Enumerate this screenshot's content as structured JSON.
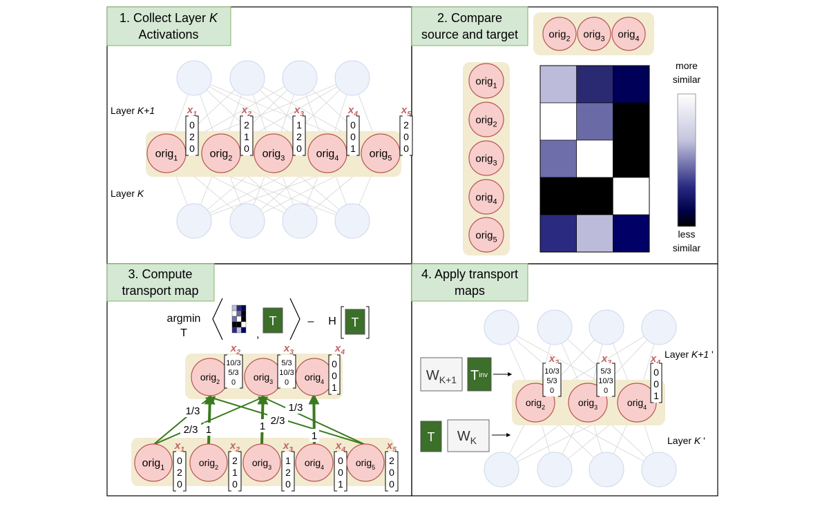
{
  "panel1": {
    "title_line1": "1. Collect Layer ",
    "title_k": "K",
    "title_line2": "Activations",
    "layer_top_label": "Layer ",
    "layer_top_k": "K+1",
    "layer_bottom_label": "Layer ",
    "layer_bottom_k": "K",
    "nodes": [
      {
        "name": "orig",
        "sub": "1",
        "xlabel": "x",
        "xsub": "1",
        "vector": [
          "0",
          "2",
          "0"
        ]
      },
      {
        "name": "orig",
        "sub": "2",
        "xlabel": "x",
        "xsub": "2",
        "vector": [
          "2",
          "1",
          "0"
        ]
      },
      {
        "name": "orig",
        "sub": "3",
        "xlabel": "x",
        "xsub": "3",
        "vector": [
          "1",
          "2",
          "0"
        ]
      },
      {
        "name": "orig",
        "sub": "4",
        "xlabel": "x",
        "xsub": "4",
        "vector": [
          "0",
          "0",
          "1"
        ]
      },
      {
        "name": "orig",
        "sub": "5",
        "xlabel": "x",
        "xsub": "5",
        "vector": [
          "2",
          "0",
          "0"
        ]
      }
    ]
  },
  "panel2": {
    "title_line1": "2. Compare",
    "title_line2": "source and target",
    "target_nodes": [
      {
        "name": "orig",
        "sub": "2"
      },
      {
        "name": "orig",
        "sub": "3"
      },
      {
        "name": "orig",
        "sub": "4"
      }
    ],
    "source_nodes": [
      {
        "name": "orig",
        "sub": "1"
      },
      {
        "name": "orig",
        "sub": "2"
      },
      {
        "name": "orig",
        "sub": "3"
      },
      {
        "name": "orig",
        "sub": "4"
      },
      {
        "name": "orig",
        "sub": "5"
      }
    ],
    "colorbar_top_line1": "more",
    "colorbar_top_line2": "similar",
    "colorbar_bottom_line1": "less",
    "colorbar_bottom_line2": "similar",
    "heatmap_colors": [
      [
        "#bcbcda",
        "#2a2a72",
        "#000058"
      ],
      [
        "#ffffff",
        "#6a6aa6",
        "#000000"
      ],
      [
        "#6e6eaa",
        "#ffffff",
        "#000000"
      ],
      [
        "#000000",
        "#000000",
        "#ffffff"
      ],
      [
        "#2a2a80",
        "#bcbcda",
        "#000066"
      ]
    ]
  },
  "panel3": {
    "title_line1": "3. Compute",
    "title_line2": "transport map",
    "argmin": "argmin",
    "argmin_var": "T",
    "comma": ",",
    "t_symbol": "T",
    "minus": "–",
    "h_symbol": "H",
    "target_nodes": [
      {
        "name": "orig",
        "sub": "2",
        "xlabel": "x",
        "xsub": "2",
        "vector": [
          "10/3",
          "5/3",
          "0"
        ]
      },
      {
        "name": "orig",
        "sub": "3",
        "xlabel": "x",
        "xsub": "3",
        "vector": [
          "5/3",
          "10/3",
          "0"
        ]
      },
      {
        "name": "orig",
        "sub": "4",
        "xlabel": "x",
        "xsub": "4",
        "vector": [
          "0",
          "0",
          "1"
        ]
      }
    ],
    "source_nodes": [
      {
        "name": "orig",
        "sub": "1",
        "xlabel": "x",
        "xsub": "1",
        "vector": [
          "0",
          "2",
          "0"
        ]
      },
      {
        "name": "orig",
        "sub": "2",
        "xlabel": "x",
        "xsub": "2",
        "vector": [
          "2",
          "1",
          "0"
        ]
      },
      {
        "name": "orig",
        "sub": "3",
        "xlabel": "x",
        "xsub": "3",
        "vector": [
          "1",
          "2",
          "0"
        ]
      },
      {
        "name": "orig",
        "sub": "4",
        "xlabel": "x",
        "xsub": "4",
        "vector": [
          "0",
          "0",
          "1"
        ]
      },
      {
        "name": "orig",
        "sub": "5",
        "xlabel": "x",
        "xsub": "5",
        "vector": [
          "2",
          "0",
          "0"
        ]
      }
    ],
    "weights": [
      "1/3",
      "2/3",
      "1",
      "1",
      "2/3",
      "1/3",
      "1"
    ],
    "arrow_color": "#3a7a1e"
  },
  "panel4": {
    "title_line1": "4. Apply transport",
    "title_line2": "maps",
    "w_top": "W",
    "w_top_sub": "K+1",
    "t_inv": "T",
    "t_inv_sup": "inv",
    "t_symbol": "T",
    "w_bottom": "W",
    "w_bottom_sub": "K",
    "layer_top_label": "Layer ",
    "layer_top_k": "K+1",
    "layer_top_prime": " '",
    "layer_bottom_label": "Layer ",
    "layer_bottom_k": "K",
    "layer_bottom_prime": " '",
    "nodes": [
      {
        "name": "orig",
        "sub": "2",
        "xlabel": "x",
        "xsub": "2",
        "vector": [
          "10/3",
          "5/3",
          "0"
        ]
      },
      {
        "name": "orig",
        "sub": "3",
        "xlabel": "x",
        "xsub": "3",
        "vector": [
          "5/3",
          "10/3",
          "0"
        ]
      },
      {
        "name": "orig",
        "sub": "4",
        "xlabel": "x",
        "xsub": "4",
        "vector": [
          "0",
          "0",
          "1"
        ]
      }
    ]
  },
  "colors": {
    "node_fill": "#f8cecc",
    "node_stroke": "#b85450",
    "ghost_fill": "#eef2fb",
    "ghost_stroke": "#ccd6ec",
    "band_fill": "#f2ebd0",
    "title_fill": "#d5e8d4",
    "title_stroke": "#82b366",
    "x_label": "#c06464",
    "t_box": "#3b6f2a"
  }
}
